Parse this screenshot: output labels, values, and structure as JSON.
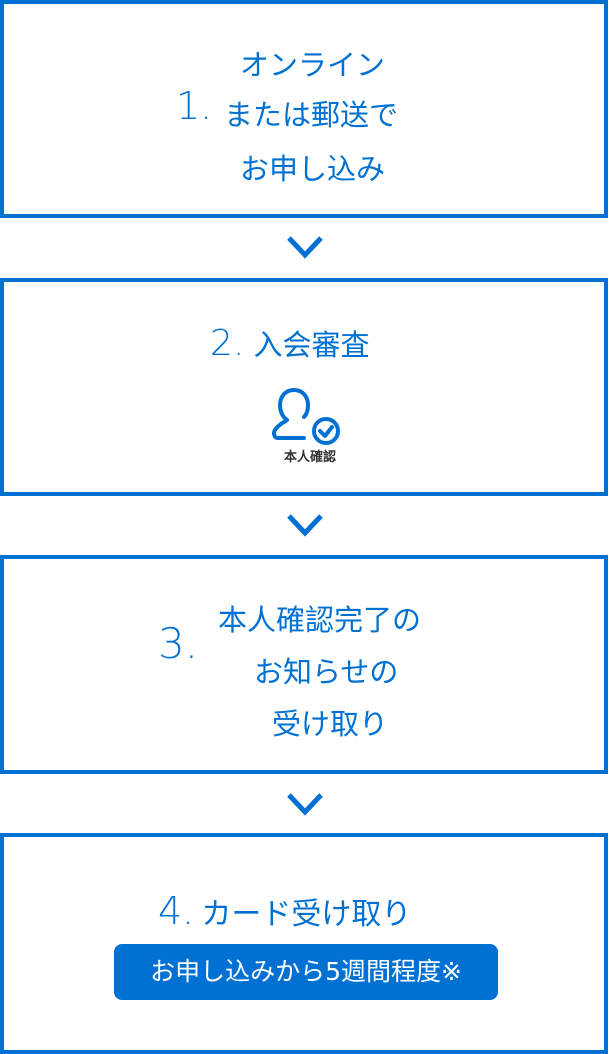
{
  "colors": {
    "accent": "#0071d2",
    "caption": "#333333",
    "badge_text": "#ffffff"
  },
  "steps": [
    {
      "number": "1.",
      "lines": [
        "オンライン",
        "または郵送で",
        "お申し込み"
      ]
    },
    {
      "number": "2.",
      "title": "入会審査",
      "icon": "person-check-icon",
      "icon_caption": "本人確認"
    },
    {
      "number": "3.",
      "lines": [
        "本人確認完了の",
        "お知らせの",
        "受け取り"
      ]
    },
    {
      "number": "4.",
      "title": "カード受け取り",
      "badge": "お申し込みから5週間程度※"
    }
  ],
  "connector_icon": "chevron-down-icon"
}
